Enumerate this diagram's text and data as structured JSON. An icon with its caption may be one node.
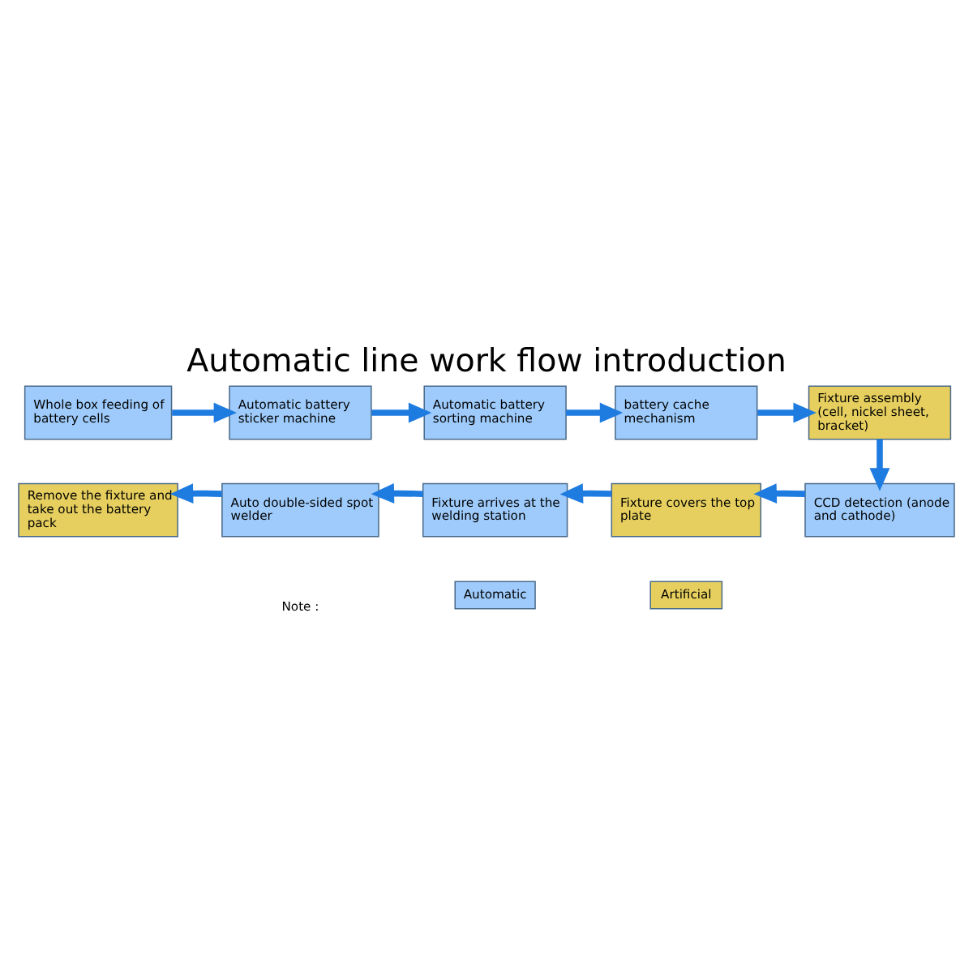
{
  "diagram": {
    "title": "Automatic line work flow introduction",
    "nodes": [
      {
        "text": [
          "Whole box feeding of battery cells"
        ]
      },
      {
        "text": [
          "Automatic battery sticker machine"
        ]
      },
      {
        "text": [
          "Automatic battery sorting machine"
        ]
      },
      {
        "text": [
          "battery cache mechanism"
        ]
      },
      {
        "text": [
          "Fixture assembly (cell, nickel sheet, bracket)"
        ]
      },
      {
        "text": [
          "CCD detection (anode and cathode)"
        ]
      },
      {
        "text": [
          "Fixture covers the top plate"
        ]
      },
      {
        "text": [
          "Fixture arrives at the welding station"
        ]
      },
      {
        "text": [
          "Auto double-sided spot welder"
        ]
      },
      {
        "text": [
          "Remove the fixture and take out the battery pack"
        ]
      }
    ],
    "edges": [
      {
        "from": 0,
        "to": 1,
        "arrow": "to"
      },
      {
        "from": 1,
        "to": 2,
        "arrow": "to"
      },
      {
        "from": 2,
        "to": 3,
        "arrow": "to"
      },
      {
        "from": 3,
        "to": 4,
        "arrow": "to"
      },
      {
        "from": 4,
        "to": 5,
        "arrow": "to"
      },
      {
        "from": 5,
        "to": 6,
        "arrow": "to"
      },
      {
        "from": 6,
        "to": 7,
        "arrow": "to"
      },
      {
        "from": 7,
        "to": 8,
        "arrow": "to"
      },
      {
        "from": 8,
        "to": 9,
        "arrow": "to"
      }
    ],
    "labels": [
      "Note :"
    ],
    "legend": [
      {
        "text": "Automatic",
        "color": "#9ecbfb"
      },
      {
        "text": "Artificial",
        "color": "#e6cf5e"
      }
    ]
  }
}
